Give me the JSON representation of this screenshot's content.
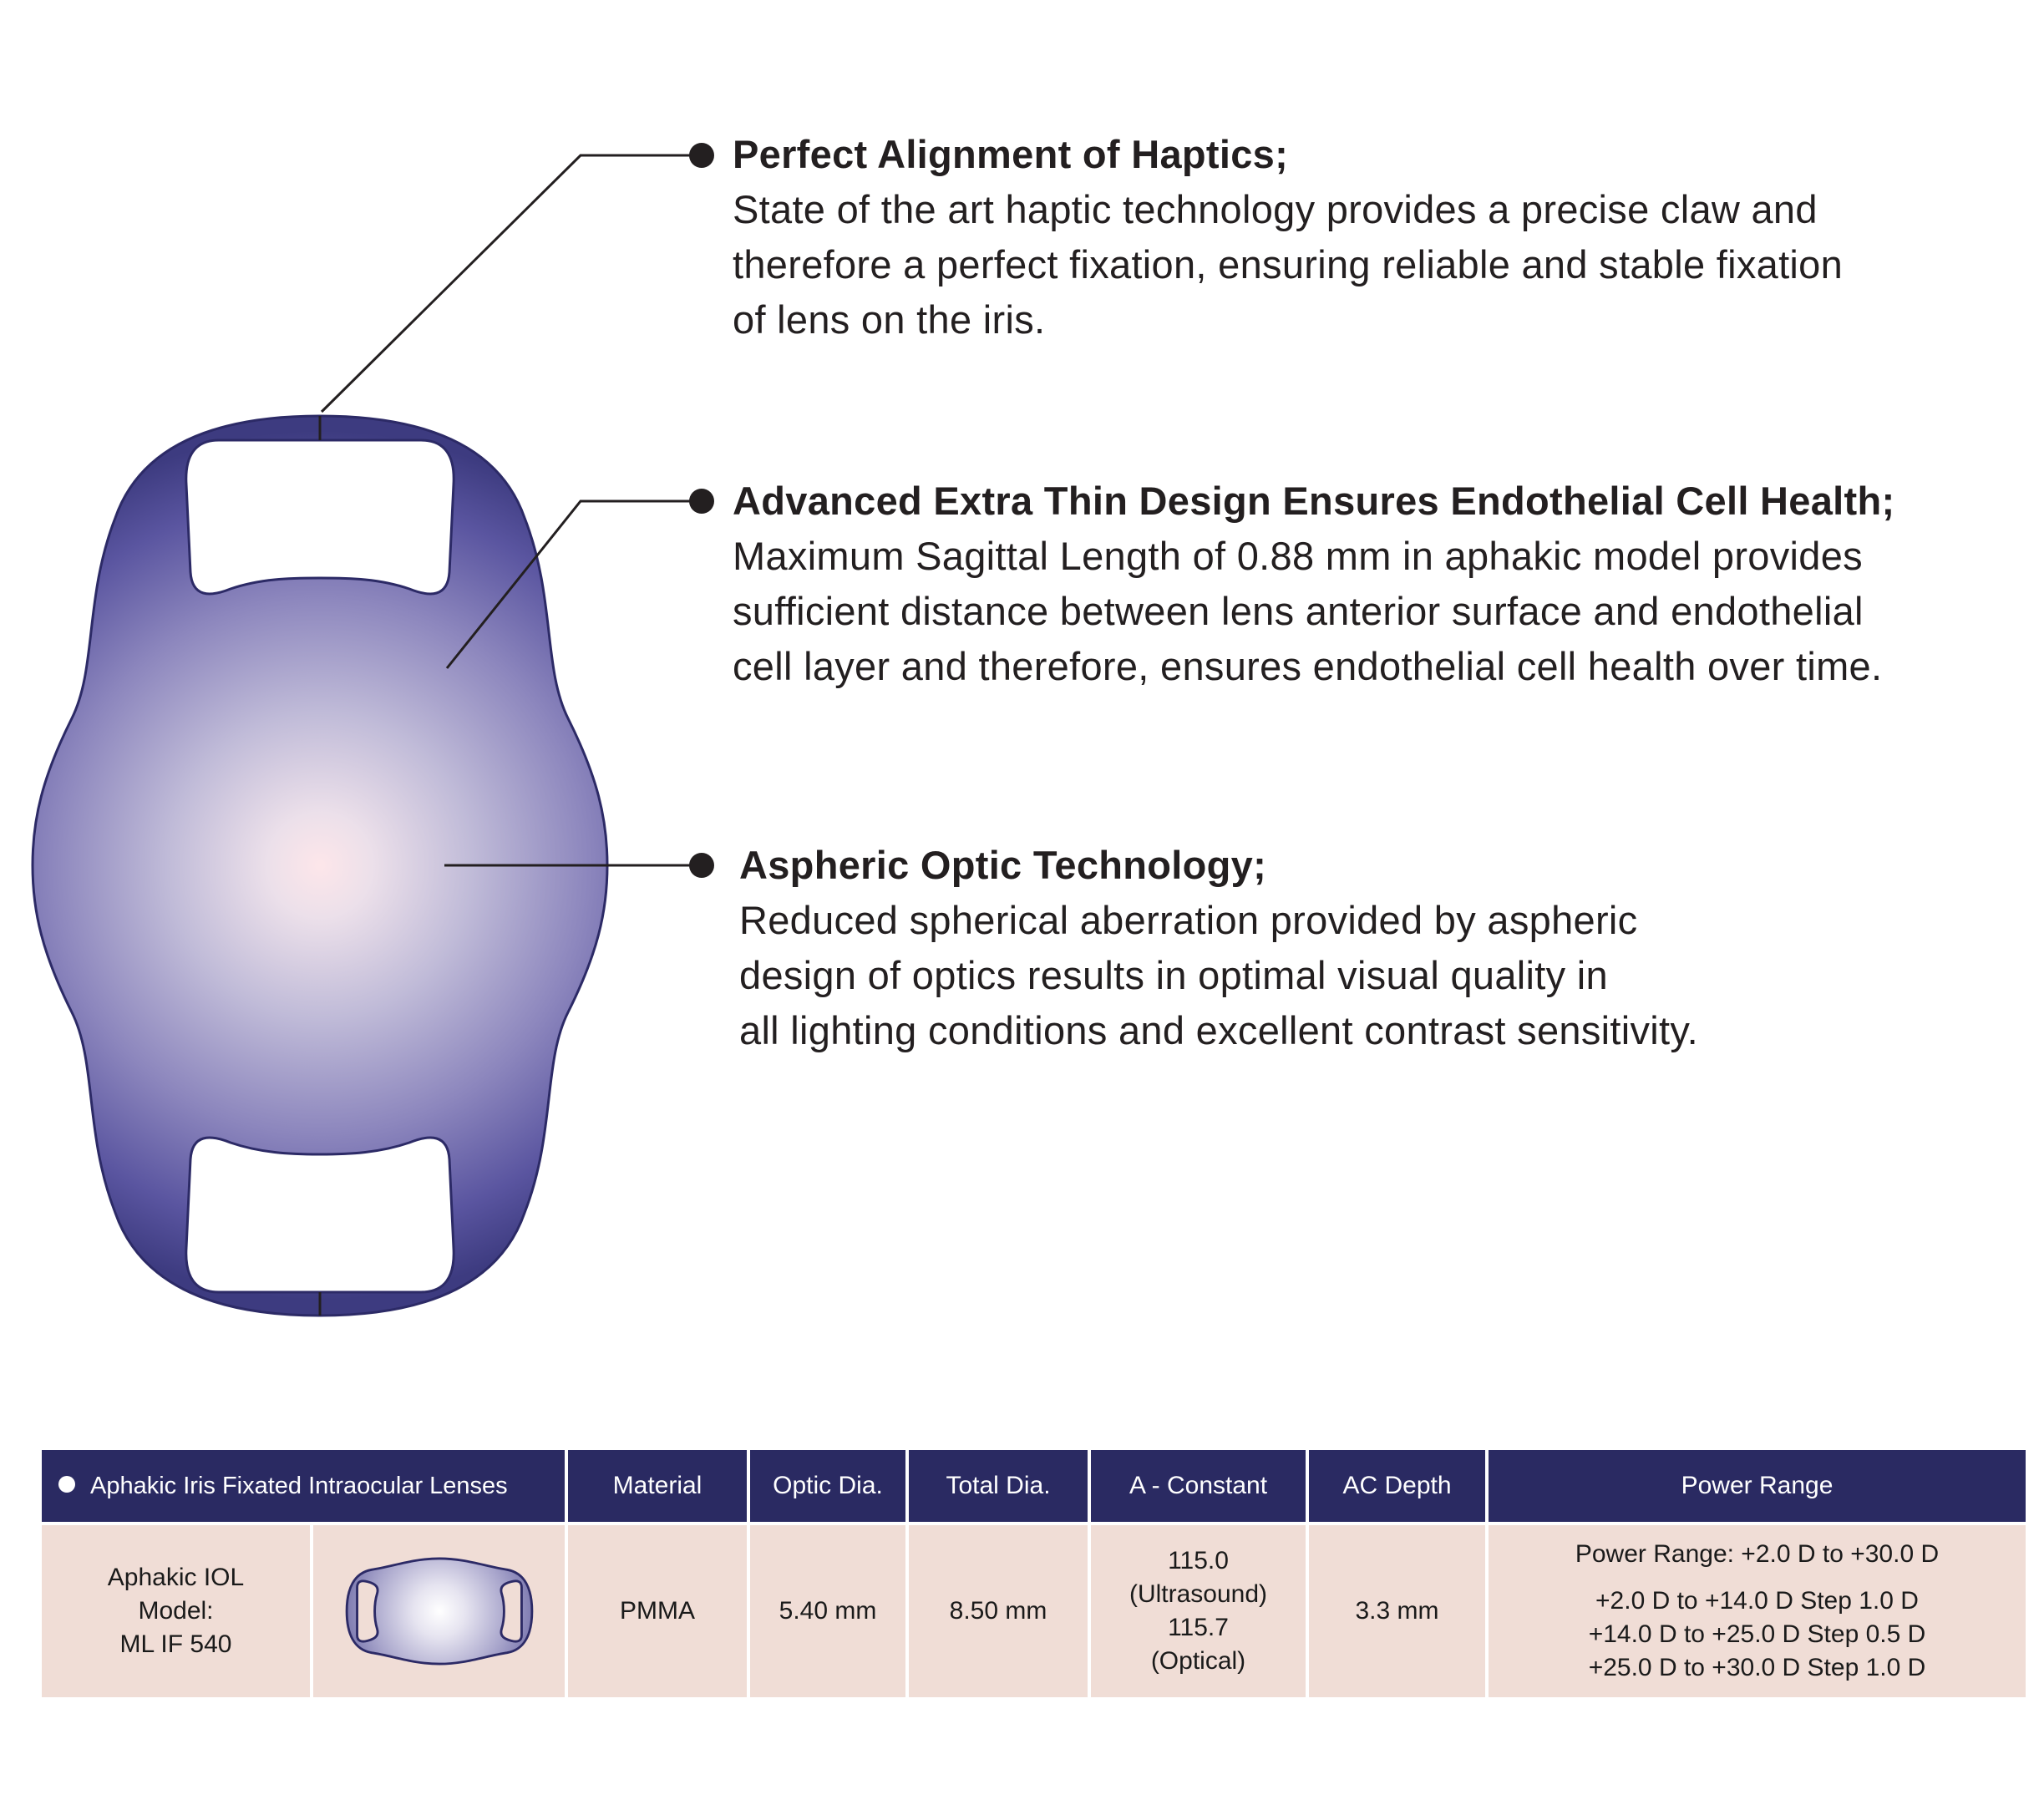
{
  "features": [
    {
      "title": "Perfect Alignment of Haptics;",
      "lines": [
        "State of the art haptic technology provides a precise claw and",
        "therefore a perfect fixation, ensuring reliable and stable fixation",
        "of lens on the iris."
      ]
    },
    {
      "title": "Advanced Extra Thin Design Ensures Endothelial Cell Health;",
      "lines": [
        "Maximum Sagittal Length of 0.88 mm in aphakic model provides",
        "sufficient distance between lens anterior surface and endothelial",
        "cell layer and therefore, ensures endothelial cell health over time."
      ]
    },
    {
      "title": "Aspheric Optic Technology;",
      "lines": [
        "Reduced spherical aberration provided by aspheric",
        "design of optics results in optimal visual quality in",
        "all lighting conditions and excellent contrast sensitivity."
      ]
    }
  ],
  "colors": {
    "lens_edge": "#3d3b80",
    "lens_center": "#fde6ea",
    "header_bg": "#2a2a62",
    "row_bg": "#f0ddd6"
  },
  "table": {
    "headers": {
      "product": "Aphakic Iris Fixated Intraocular Lenses",
      "material": "Material",
      "optic_dia": "Optic Dia.",
      "total_dia": "Total Dia.",
      "a_constant": "A - Constant",
      "ac_depth": "AC Depth",
      "power_range": "Power Range"
    },
    "row": {
      "model_lines": [
        "Aphakic IOL",
        "Model:",
        "ML IF 540"
      ],
      "material": "PMMA",
      "optic_dia": "5.40 mm",
      "total_dia": "8.50 mm",
      "a_constant_lines": [
        "115.0",
        "(Ultrasound)",
        "115.7",
        "(Optical)"
      ],
      "ac_depth": "3.3 mm",
      "power_summary": "Power Range: +2.0 D to +30.0 D",
      "power_steps": [
        "+2.0 D to +14.0 D Step 1.0 D",
        "+14.0 D to +25.0 D Step 0.5 D",
        "+25.0 D to +30.0 D Step 1.0 D"
      ]
    }
  }
}
